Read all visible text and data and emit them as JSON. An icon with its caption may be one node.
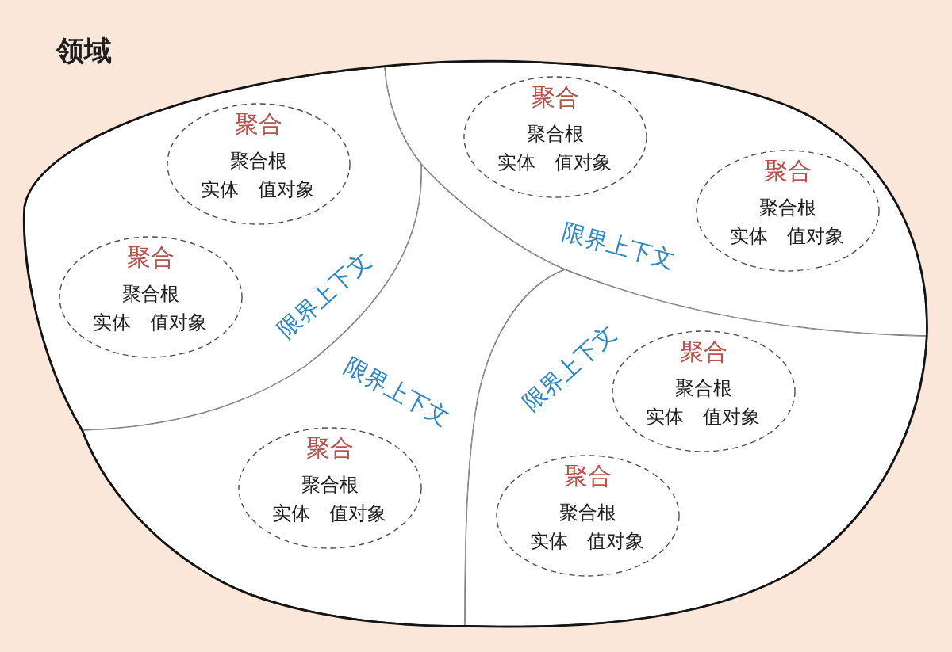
{
  "diagram": {
    "nodes": [
      {
        "text": [
          "领域"
        ]
      },
      {
        "text": [
          "限界上下文"
        ],
        "in": 0
      },
      {
        "text": [
          "聚合",
          "聚合根",
          "实体",
          "值对象"
        ],
        "in": 1
      },
      {
        "text": [
          "聚合",
          "聚合根",
          "实体",
          "值对象"
        ],
        "in": 1
      },
      {
        "text": [
          "限界上下文"
        ],
        "in": 0
      },
      {
        "text": [
          "聚合",
          "聚合根",
          "实体",
          "值对象"
        ],
        "in": 4
      },
      {
        "text": [
          "聚合",
          "聚合根",
          "实体",
          "值对象"
        ],
        "in": 4
      },
      {
        "text": [
          "限界上下文"
        ],
        "in": 0
      },
      {
        "text": [
          "聚合",
          "聚合根",
          "实体",
          "值对象"
        ],
        "in": 7
      },
      {
        "text": [
          "限界上下文"
        ],
        "in": 0
      },
      {
        "text": [
          "聚合",
          "聚合根",
          "实体",
          "值对象"
        ],
        "in": 9
      },
      {
        "text": [
          "聚合",
          "聚合根",
          "实体",
          "值对象"
        ],
        "in": 9
      }
    ]
  }
}
